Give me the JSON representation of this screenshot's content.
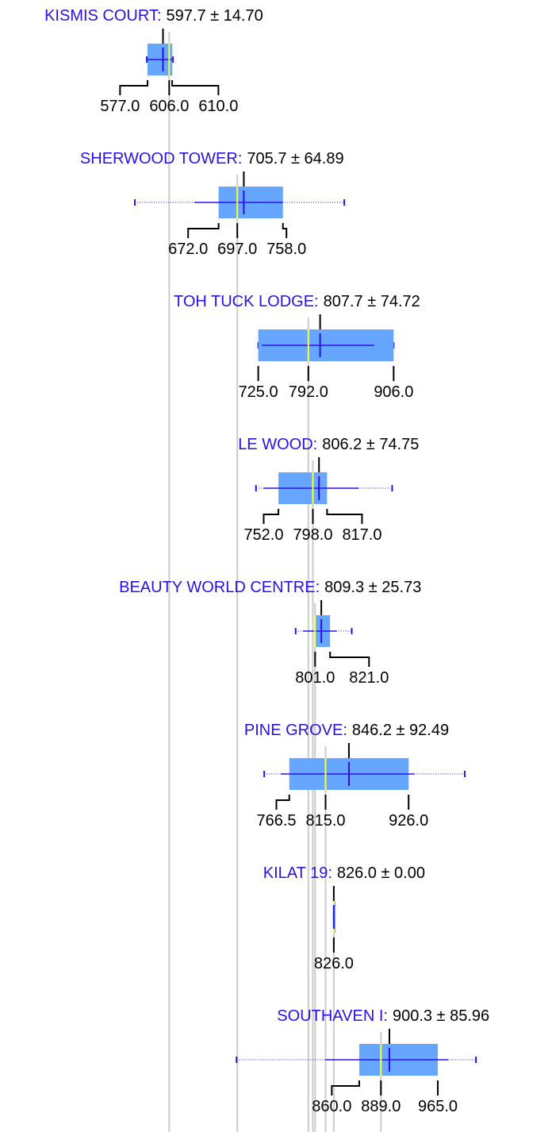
{
  "colors": {
    "box": "#66a6ff",
    "median": "#ffff33",
    "mean": "#2a10e8",
    "whisker": "#2a10e8",
    "guide": "#cccccc",
    "label": "#2a10e8",
    "text": "#000000"
  },
  "chart_data": {
    "type": "boxplot",
    "orientation": "horizontal",
    "series": [
      {
        "name": "KISMIS COURT",
        "stat_text": "597.7 ± 14.70",
        "mean": 597.7,
        "sd": 14.7,
        "q1": 577.0,
        "median": 606.0,
        "q3": 610.0,
        "min": 576.0,
        "max": 611.0,
        "whisker_low": 576.0,
        "whisker_high": 611.0,
        "tick_labels": [
          "577.0",
          "606.0",
          "610.0"
        ]
      },
      {
        "name": "SHERWOOD TOWER",
        "stat_text": "705.7 ± 64.89",
        "mean": 705.7,
        "sd": 64.89,
        "q1": 672.0,
        "median": 697.0,
        "q3": 758.0,
        "min": 560.0,
        "max": 840.0,
        "whisker_low": 640.0,
        "whisker_high": 758.0,
        "tick_labels": [
          "672.0",
          "697.0",
          "758.0"
        ]
      },
      {
        "name": "TOH TUCK LODGE",
        "stat_text": "807.7 ± 74.72",
        "mean": 807.7,
        "sd": 74.72,
        "q1": 725.0,
        "median": 792.0,
        "q3": 906.0,
        "min": 725.0,
        "max": 906.0,
        "whisker_low": 730.0,
        "whisker_high": 880.0,
        "tick_labels": [
          "725.0",
          "792.0",
          "906.0"
        ]
      },
      {
        "name": "LE WOOD",
        "stat_text": "806.2 ± 74.75",
        "mean": 806.2,
        "sd": 74.75,
        "q1": 752.0,
        "median": 798.0,
        "q3": 817.0,
        "min": 722.0,
        "max": 904.0,
        "whisker_low": 732.0,
        "whisker_high": 859.0,
        "tick_labels": [
          "752.0",
          "798.0",
          "817.0"
        ]
      },
      {
        "name": "BEAUTY WORLD CENTRE",
        "stat_text": "809.3 ± 25.73",
        "mean": 809.3,
        "sd": 25.73,
        "q1": 801.0,
        "median": 801.0,
        "q3": 821.0,
        "min": 775.0,
        "max": 850.0,
        "whisker_low": 785.0,
        "whisker_high": 830.0,
        "tick_labels": [
          "801.0",
          "821.0"
        ]
      },
      {
        "name": "PINE GROVE",
        "stat_text": "846.2 ± 92.49",
        "mean": 846.2,
        "sd": 92.49,
        "q1": 766.5,
        "median": 815.0,
        "q3": 926.0,
        "min": 733.0,
        "max": 1001.0,
        "whisker_low": 755.0,
        "whisker_high": 934.0,
        "tick_labels": [
          "766.5",
          "815.0",
          "926.0"
        ]
      },
      {
        "name": "KILAT 19",
        "stat_text": "826.0 ± 0.00",
        "mean": 826.0,
        "sd": 0.0,
        "q1": 826.0,
        "median": 826.0,
        "q3": 826.0,
        "min": 826.0,
        "max": 826.0,
        "whisker_low": 826.0,
        "whisker_high": 826.0,
        "tick_labels": [
          "826.0"
        ]
      },
      {
        "name": "SOUTHAVEN I",
        "stat_text": "900.3 ± 85.96",
        "mean": 900.3,
        "sd": 85.96,
        "q1": 860.0,
        "median": 889.0,
        "q3": 965.0,
        "min": 696.0,
        "max": 1016.0,
        "whisker_low": 815.0,
        "whisker_high": 979.0,
        "tick_labels": [
          "860.0",
          "889.0",
          "965.0"
        ]
      }
    ]
  }
}
